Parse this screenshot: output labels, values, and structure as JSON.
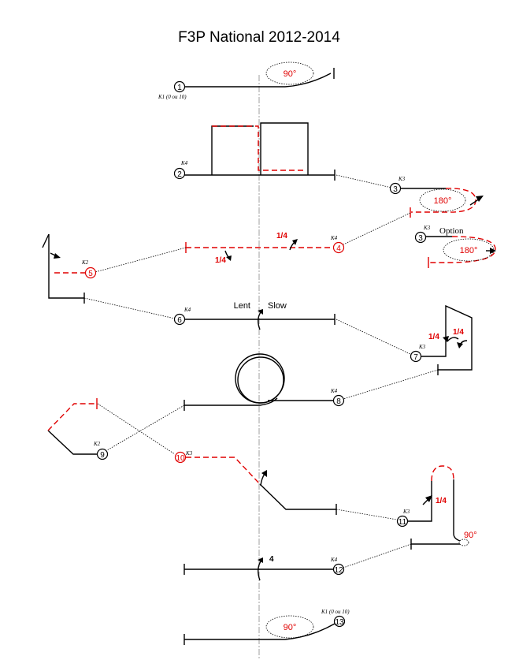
{
  "title": "F3P National 2012-2014",
  "figures": [
    {
      "num": "1",
      "k": "K1 (0 ou 10)",
      "deg": "90°"
    },
    {
      "num": "2",
      "k": "K4"
    },
    {
      "num": "3",
      "k": "K3",
      "deg": "180°"
    },
    {
      "num": "3",
      "k": "K3",
      "option": "Option",
      "deg": "180°"
    },
    {
      "num": "4",
      "k": "K4",
      "q1": "1/4",
      "q2": "1/4"
    },
    {
      "num": "5",
      "k": "K2"
    },
    {
      "num": "6",
      "k": "K4",
      "lent": "Lent",
      "slow": "Slow"
    },
    {
      "num": "7",
      "k": "K3",
      "q1": "1/4",
      "q2": "1/4"
    },
    {
      "num": "8",
      "k": "K4"
    },
    {
      "num": "9",
      "k": "K2"
    },
    {
      "num": "10",
      "k": "K3"
    },
    {
      "num": "11",
      "k": "K3",
      "q1": "1/4",
      "deg": "90°"
    },
    {
      "num": "12",
      "k": "K4",
      "rolls": "4"
    },
    {
      "num": "13",
      "k": "K1 (0 ou 10)",
      "deg": "90°"
    }
  ]
}
